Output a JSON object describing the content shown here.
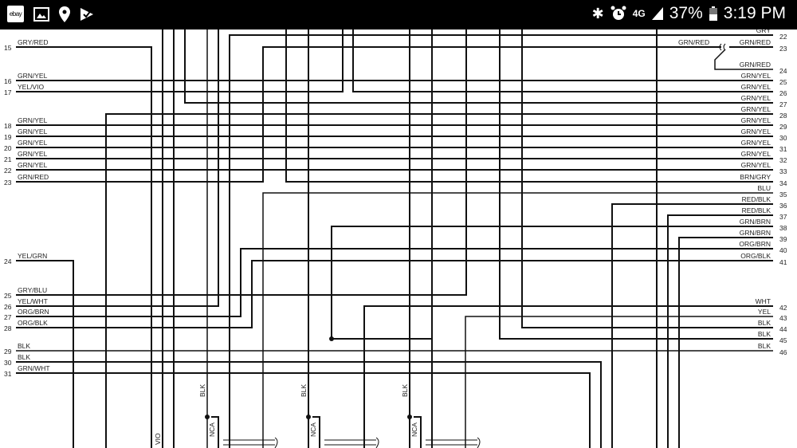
{
  "status_bar": {
    "app_icons": [
      "ebay-icon",
      "gallery-icon",
      "location-icon",
      "tasks-icon"
    ],
    "ebay_label": "ebay",
    "right_icons": [
      "bluetooth-icon",
      "alarm-icon",
      "4g-lte-icon",
      "signal-icon"
    ],
    "network": "4G",
    "battery": "37%",
    "time": "3:19 PM"
  },
  "diagram": {
    "left_pins": [
      {
        "num": "15",
        "color": "GRY/RED"
      },
      {
        "num": "16",
        "color": "GRN/YEL"
      },
      {
        "num": "17",
        "color": "YEL/VIO"
      },
      {
        "num": "18",
        "color": "GRN/YEL"
      },
      {
        "num": "19",
        "color": "GRN/YEL"
      },
      {
        "num": "20",
        "color": "GRN/YEL"
      },
      {
        "num": "21",
        "color": "GRN/YEL"
      },
      {
        "num": "22",
        "color": "GRN/YEL"
      },
      {
        "num": "23",
        "color": "GRN/RED"
      },
      {
        "num": "24",
        "color": "YEL/GRN"
      },
      {
        "num": "25",
        "color": "GRY/BLU"
      },
      {
        "num": "26",
        "color": "YEL/WHT"
      },
      {
        "num": "27",
        "color": "ORG/BRN"
      },
      {
        "num": "28",
        "color": "ORG/BLK"
      },
      {
        "num": "29",
        "color": "BLK"
      },
      {
        "num": "30",
        "color": "BLK"
      },
      {
        "num": "31",
        "color": "GRN/WHT"
      }
    ],
    "right_pins": [
      {
        "num": "22",
        "color": "GRY"
      },
      {
        "num": "23",
        "color": "GRN/RED"
      },
      {
        "num": "24",
        "color": "GRN/RED"
      },
      {
        "num": "25",
        "color": "GRN/YEL"
      },
      {
        "num": "26",
        "color": "GRN/YEL"
      },
      {
        "num": "27",
        "color": "GRN/YEL"
      },
      {
        "num": "28",
        "color": "GRN/YEL"
      },
      {
        "num": "29",
        "color": "GRN/YEL"
      },
      {
        "num": "30",
        "color": "GRN/YEL"
      },
      {
        "num": "31",
        "color": "GRN/YEL"
      },
      {
        "num": "32",
        "color": "GRN/YEL"
      },
      {
        "num": "33",
        "color": "GRN/YEL"
      },
      {
        "num": "34",
        "color": "BRN/GRY"
      },
      {
        "num": "35",
        "color": "BLU"
      },
      {
        "num": "36",
        "color": "RED/BLK"
      },
      {
        "num": "37",
        "color": "RED/BLK"
      },
      {
        "num": "38",
        "color": "GRN/BRN"
      },
      {
        "num": "39",
        "color": "GRN/BRN"
      },
      {
        "num": "40",
        "color": "ORG/BRN"
      },
      {
        "num": "41",
        "color": "ORG/BLK"
      },
      {
        "num": "42",
        "color": "WHT"
      },
      {
        "num": "43",
        "color": "YEL"
      },
      {
        "num": "44",
        "color": "BLK"
      },
      {
        "num": "45",
        "color": "BLK"
      },
      {
        "num": "46",
        "color": "BLK"
      }
    ],
    "splice_label": "GRN/RED",
    "vertical_labels": [
      "BLK",
      "BLK",
      "BLK"
    ],
    "nca_labels": [
      "NCA",
      "NCA",
      "NCA"
    ],
    "vio_label": "VIO"
  }
}
